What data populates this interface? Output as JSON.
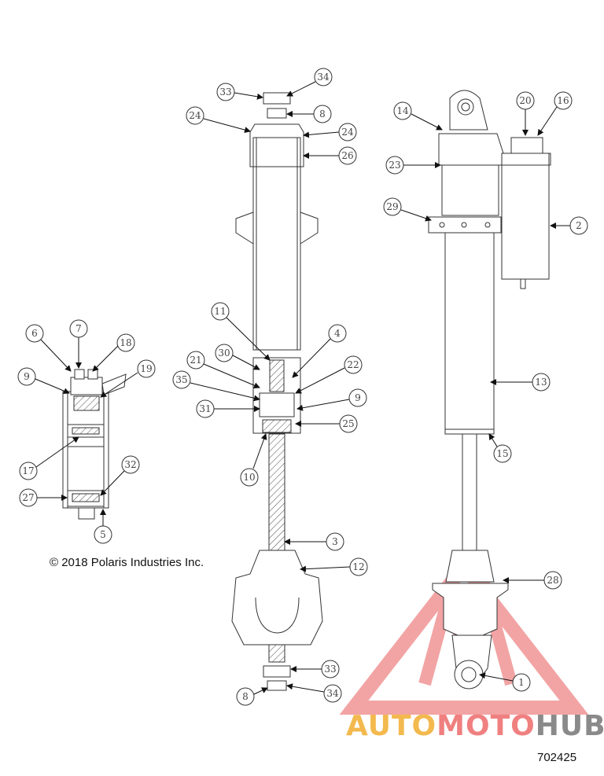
{
  "copyright": "© 2018 Polaris Industries Inc.",
  "figure_number": "702425",
  "watermark": {
    "auto": "AUTO",
    "moto": "MOTO",
    "hub": "HUB"
  },
  "colors": {
    "line": "#333333",
    "watermark_red": "#e85a5a",
    "watermark_orange": "#f3b94e",
    "watermark_gray": "#8a8a8a"
  },
  "callouts": [
    "1",
    "2",
    "3",
    "4",
    "5",
    "6",
    "7",
    "8",
    "9",
    "10",
    "11",
    "12",
    "13",
    "14",
    "15",
    "16",
    "17",
    "18",
    "19",
    "20",
    "21",
    "22",
    "23",
    "24",
    "25",
    "26",
    "27",
    "28",
    "29",
    "30",
    "31",
    "32",
    "33",
    "34",
    "35"
  ]
}
